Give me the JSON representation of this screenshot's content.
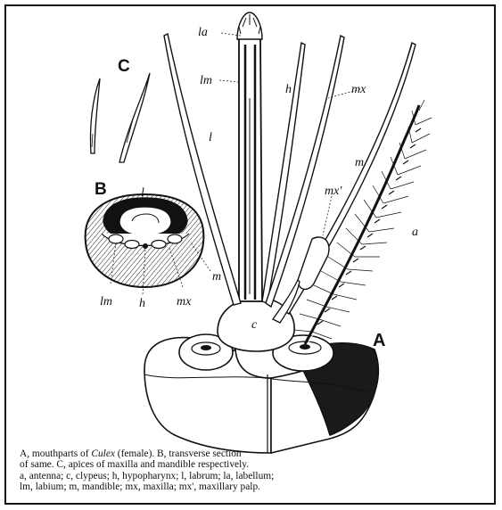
{
  "figure": {
    "labels": {
      "la": "la",
      "lm_top": "lm",
      "h": "h",
      "mx_top": "mx",
      "l_top": "l",
      "m": "m",
      "mx_palp": "mx'",
      "a": "a",
      "c": "c",
      "C": "C",
      "B": "B",
      "A": "A",
      "l_sec": "l",
      "m_sec": "m",
      "lm_sec": "lm",
      "h_sec": "h",
      "mx_sec": "mx"
    }
  },
  "caption": {
    "line1_a": "A, mouthparts of ",
    "line1_genus": "Culex",
    "line1_b": " (female). B, transverse section",
    "line2": "of same. C, apices of maxilla and mandible respectively.",
    "line3": "a, antenna; c, clypeus; h, hypopharynx; l, labrum; la, labellum;",
    "line4": "lm, labium; m, mandible; mx, maxilla; mx', maxillary palp."
  }
}
